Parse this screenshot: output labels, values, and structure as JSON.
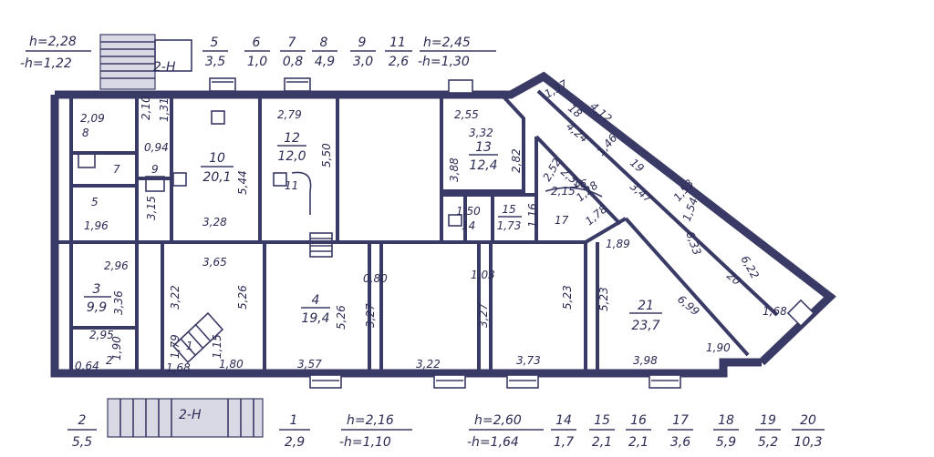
{
  "legend_top": {
    "h_left": {
      "h1": "h=2,28",
      "h2": "-h=1,22"
    },
    "stairs_top_label": "2-H",
    "fractions": [
      {
        "n": "5",
        "d": "3,5"
      },
      {
        "n": "6",
        "d": "1,0"
      },
      {
        "n": "7",
        "d": "0,8"
      },
      {
        "n": "8",
        "d": "4,9"
      },
      {
        "n": "9",
        "d": "3,0"
      },
      {
        "n": "11",
        "d": "2,6"
      }
    ],
    "h_right": {
      "h1": "h=2,45",
      "h2": "-h=1,30"
    }
  },
  "legend_bottom": {
    "left_fraction": {
      "n": "2",
      "d": "5,5"
    },
    "stairs_bottom_label": "2-H",
    "mid_fraction": {
      "n": "1",
      "d": "2,9"
    },
    "h_mid": {
      "h1": "h=2,16",
      "h2": "-h=1,10"
    },
    "h_right": {
      "h1": "h=2,60",
      "h2": "-h=1,64"
    },
    "fractions": [
      {
        "n": "14",
        "d": "1,7"
      },
      {
        "n": "15",
        "d": "2,1"
      },
      {
        "n": "16",
        "d": "2,1"
      },
      {
        "n": "17",
        "d": "3,6"
      },
      {
        "n": "18",
        "d": "5,9"
      },
      {
        "n": "19",
        "d": "5,2"
      },
      {
        "n": "20",
        "d": "10,3"
      }
    ]
  },
  "rooms": {
    "r10": {
      "n": "10",
      "a": "20,1"
    },
    "r12": {
      "n": "12",
      "a": "12,0"
    },
    "r13": {
      "n": "13",
      "a": "12,4"
    },
    "r3": {
      "n": "3",
      "a": "9,9"
    },
    "r4": {
      "n": "4",
      "a": "19,4"
    },
    "r21": {
      "n": "21",
      "a": "23,7"
    },
    "r15": {
      "n": "15",
      "a": "1,73"
    }
  },
  "labels": {
    "d_2_09": "2,09",
    "d_8": "8",
    "d_2_10": "2,10",
    "d_1_31": "1,31",
    "d_0_94": "0,94",
    "d_9": "9",
    "d_7": "7",
    "d_5": "5",
    "d_1_96": "1,96",
    "d_3_15": "3,15",
    "d_5_44": "5,44",
    "d_3_28": "3,28",
    "d_2_79": "2,79",
    "d_5_50": "5,50",
    "d_11": "11",
    "d_2_55": "2,55",
    "d_3_32": "3,32",
    "d_3_88": "3,88",
    "d_2_82": "2,82",
    "d_2_52": "2,52",
    "d_2_33": "2,33",
    "d_2_15": "2,15",
    "d_1_28": "1,28",
    "d_16": "16",
    "d_1_50": "1,50",
    "d_14": "14",
    "d_1_16": "1,16",
    "d_17": "17",
    "d_1_78": "1,78",
    "d_1_37": "1,37",
    "d_18": "18",
    "d_4_12": "4,12",
    "d_4_24": "4,24",
    "d_1_46": "1,46",
    "d_19": "19",
    "d_3_47": "3,47",
    "d_1_53": "1,53",
    "d_1_54": "1,54",
    "d_6_33": "6,33",
    "d_6_22": "6,22",
    "d_20": "20",
    "d_1_68": "1,68",
    "d_1_89": "1,89",
    "d_6_99": "6,99",
    "d_5_23a": "5,23",
    "d_5_23b": "5,23",
    "d_3_98": "3,98",
    "d_1_90a": "1,90",
    "d_3_73": "3,73",
    "d_3_27a": "3,27",
    "d_1_03": "1,03",
    "d_0_80": "0,80",
    "d_3_22a": "3,22",
    "d_3_27b": "3,27",
    "d_5_26a": "5,26",
    "d_3_57": "3,57",
    "d_3_65": "3,65",
    "d_5_26b": "5,26",
    "d_3_22b": "3,22",
    "d_1_80": "1,80",
    "d_2_96": "2,96",
    "d_3_36": "3,36",
    "d_2_95": "2,95",
    "d_0_64": "0,64",
    "d_2": "2",
    "d_1_90b": "1,90",
    "d_1_79": "1,79",
    "d_1": "1",
    "d_1_68b": "1,68",
    "d_1_15": "1,15"
  }
}
